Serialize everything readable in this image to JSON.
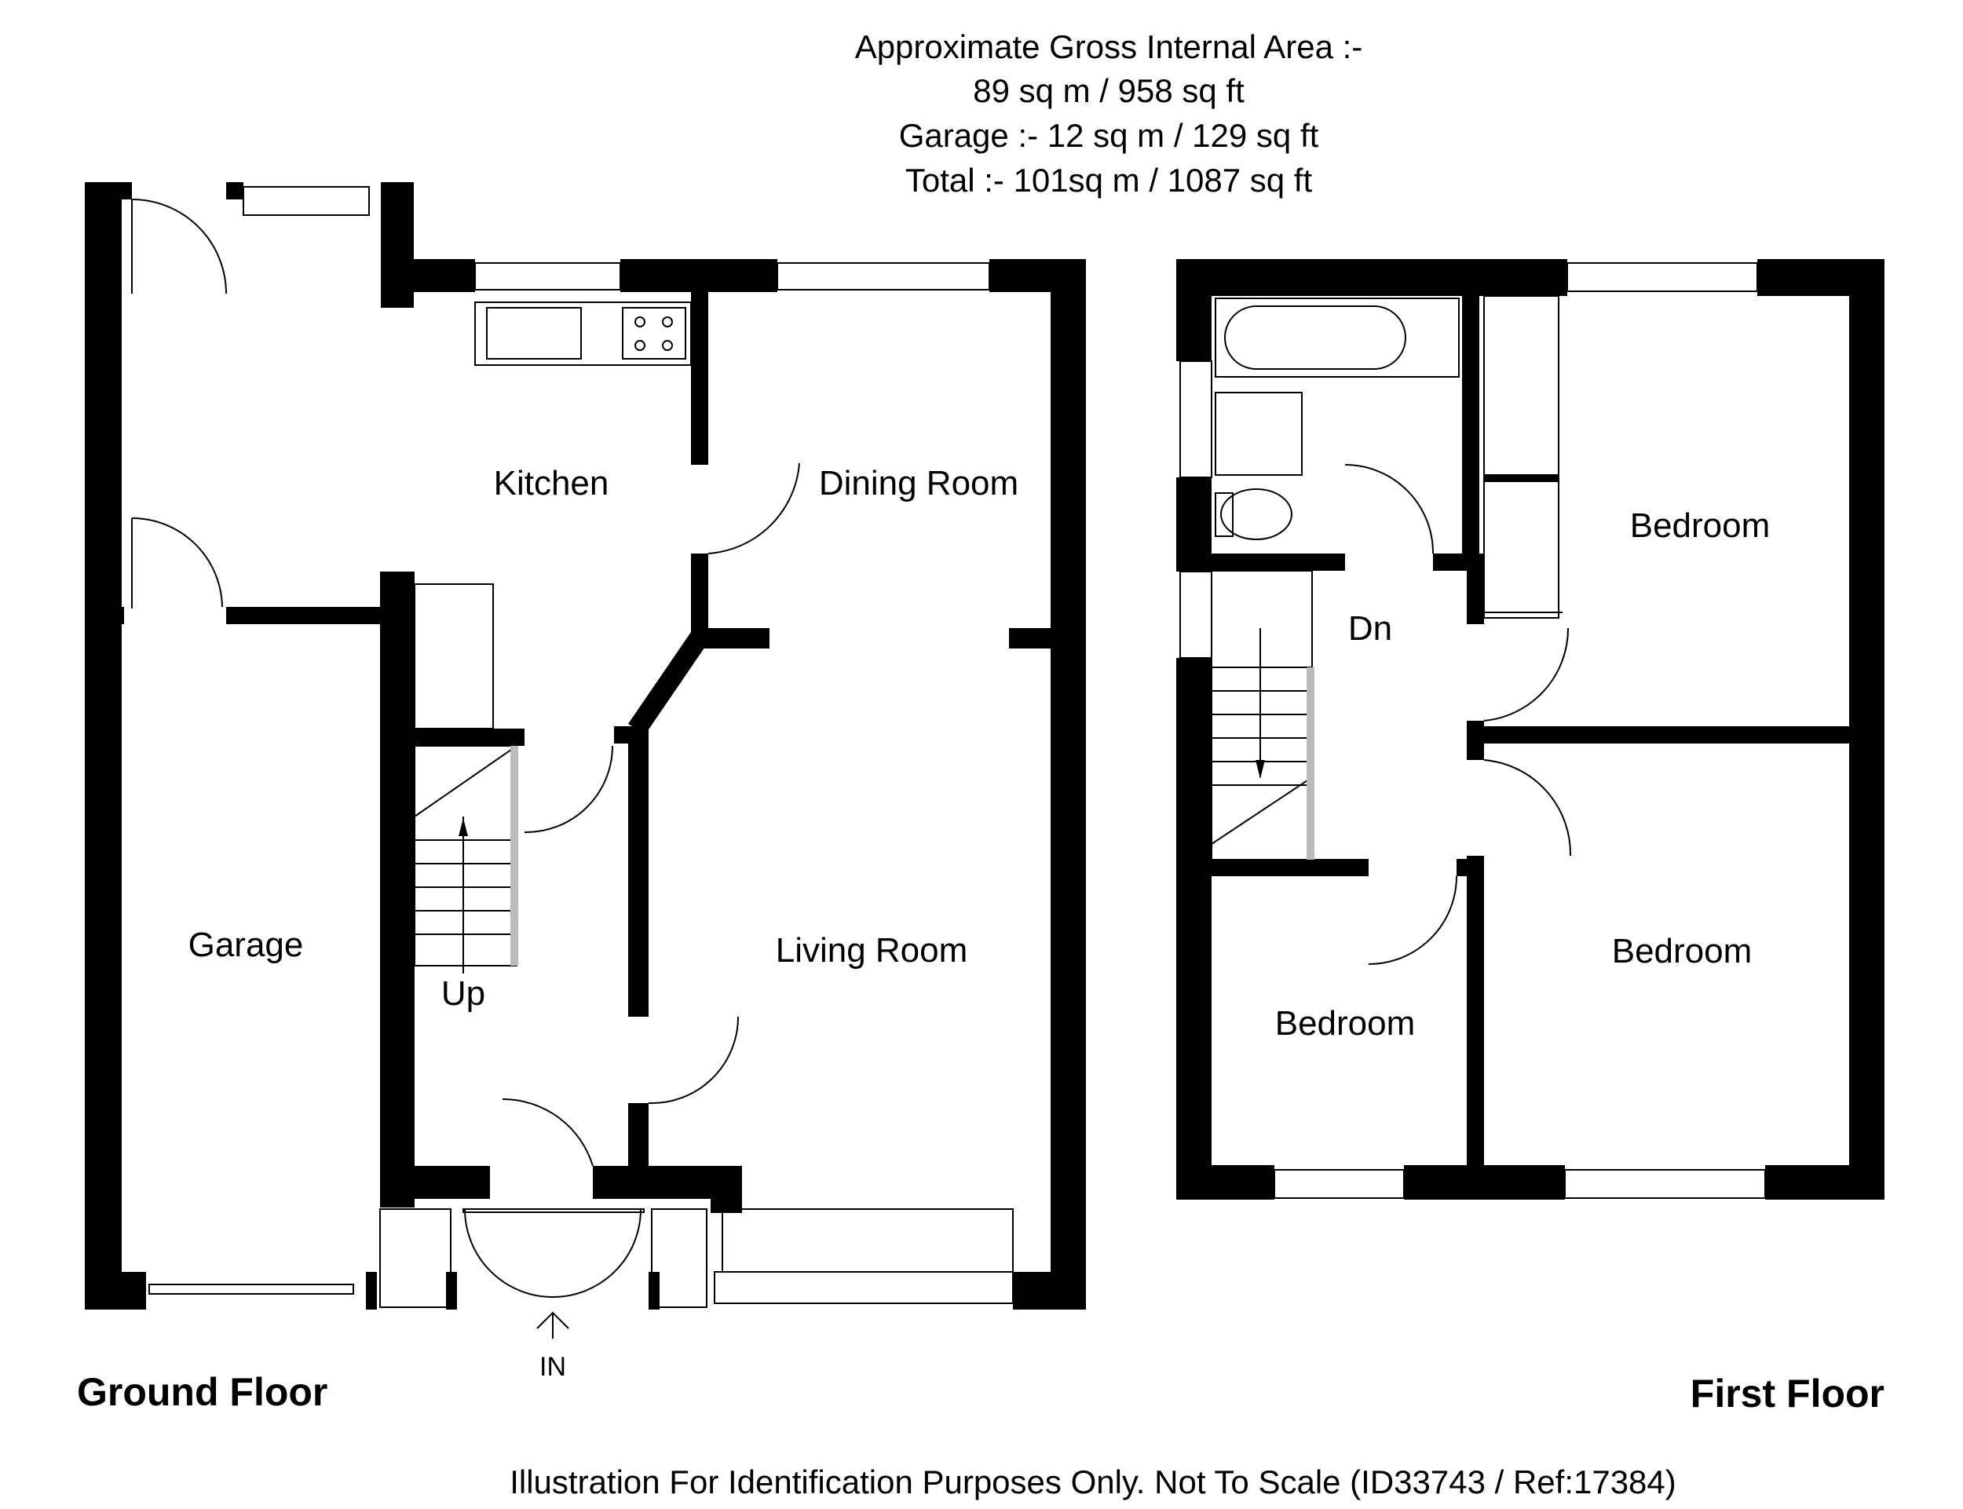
{
  "area": {
    "line1": "Approximate Gross Internal Area  :-",
    "line2": "89 sq m / 958 sq ft",
    "line3": "Garage :- 12 sq m / 129 sq ft",
    "line4": "Total :- 101sq m / 1087 sq ft"
  },
  "ground_floor": {
    "title": "Ground Floor",
    "rooms": {
      "kitchen": "Kitchen",
      "dining": "Dining Room",
      "living": "Living Room",
      "garage": "Garage"
    },
    "stairs_label": "Up",
    "entrance_label": "IN"
  },
  "first_floor": {
    "title": "First Floor",
    "rooms": {
      "bedroom_top": "Bedroom",
      "bedroom_right": "Bedroom",
      "bedroom_left": "Bedroom"
    },
    "stairs_label": "Dn"
  },
  "footer": "Illustration For Identification Purposes Only. Not To Scale (ID33743 / Ref:17384)"
}
